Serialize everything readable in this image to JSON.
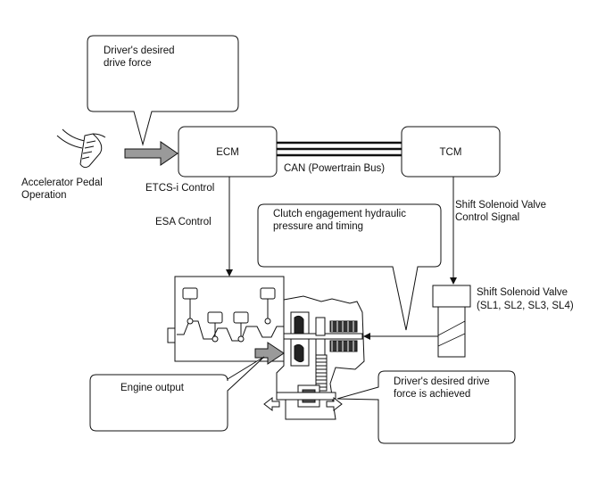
{
  "callouts": {
    "driver_desired_force_l1": "Driver's desired",
    "driver_desired_force_l2": "drive force",
    "clutch_pressure_l1": "Clutch engagement hydraulic",
    "clutch_pressure_l2": "pressure and timing",
    "engine_output": "Engine output",
    "force_achieved_l1": "Driver's desired drive",
    "force_achieved_l2": "force is achieved"
  },
  "blocks": {
    "ecm": "ECM",
    "tcm": "TCM",
    "solenoid_valve_l1": "Shift Solenoid Valve",
    "solenoid_valve_l2": "(SL1, SL2, SL3, SL4)"
  },
  "labels": {
    "accelerator_l1": "Accelerator Pedal",
    "accelerator_l2": "Operation",
    "etcs": "ETCS-i Control",
    "esa": "ESA Control",
    "can_bus": "CAN (Powertrain Bus)",
    "solenoid_signal_l1": "Shift Solenoid Valve",
    "solenoid_signal_l2": "Control Signal"
  },
  "colors": {
    "line": "#111111",
    "arrow_fill": "#9a9a9a",
    "background": "#ffffff"
  }
}
